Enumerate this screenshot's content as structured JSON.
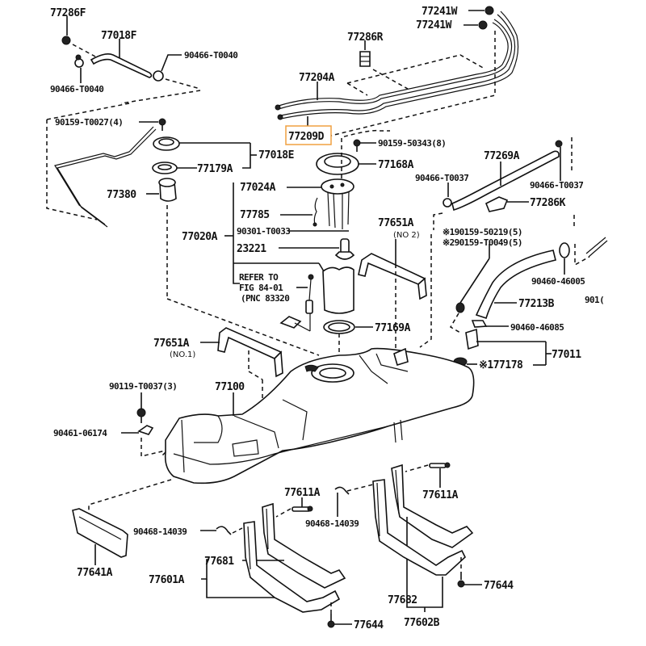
{
  "diagram": {
    "type": "exploded parts diagram - fuel tank assembly",
    "highlight_color": "#f0a040",
    "highlighted_part": "77209D",
    "labels": {
      "p77286F": "77286F",
      "p77018F": "77018F",
      "p90466_T0040_a": "90466-T0040",
      "p90466_T0040_b": "90466-T0040",
      "p77241W_a": "77241W",
      "p77241W_b": "77241W",
      "p77286R": "77286R",
      "p77204A": "77204A",
      "p77209D": "77209D",
      "p90159_T0027": "90159-T0027(4)",
      "p77018E": "77018E",
      "p77179A": "77179A",
      "p77380": "77380",
      "p90159_50343": "90159-50343(8)",
      "p77168A": "77168A",
      "p77024A": "77024A",
      "p77785": "77785",
      "p77020A": "77020A",
      "p90301_T0033": "90301-T0033",
      "p23221": "23221",
      "refer_line1": "REFER TO",
      "refer_line2": "FIG 84-01",
      "refer_line3": "(PNC 83320",
      "p77169A": "77169A",
      "p77651A_no2": "77651A",
      "no2": "(NO 2)",
      "p77269A": "77269A",
      "p90466_T0037_a": "90466-T0037",
      "p90466_T0037_b": "90466-T0037",
      "p77286K": "77286K",
      "p90159_50219": "※190159-50219(5)",
      "p90159_T0049": "※290159-T0049(5)",
      "p90460_46005": "90460-46005",
      "p9010_partial": "901(",
      "p77213B": "77213B",
      "p90460_46085": "90460-46085",
      "p77011": "77011",
      "p177178": "※177178",
      "p77651A_no1": "77651A",
      "no1": "(NO.1)",
      "p90119_T0037": "90119-T0037(3)",
      "p77100": "77100",
      "p90461_06174": "90461-06174",
      "p77611A_a": "77611A",
      "p77611A_b": "77611A",
      "p90468_14039_a": "90468-14039",
      "p90468_14039_b": "90468-14039",
      "p77641A": "77641A",
      "p77681": "77681",
      "p77601A": "77601A",
      "p77682": "77682",
      "p77602B": "77602B",
      "p77644_a": "77644",
      "p77644_b": "77644"
    }
  }
}
